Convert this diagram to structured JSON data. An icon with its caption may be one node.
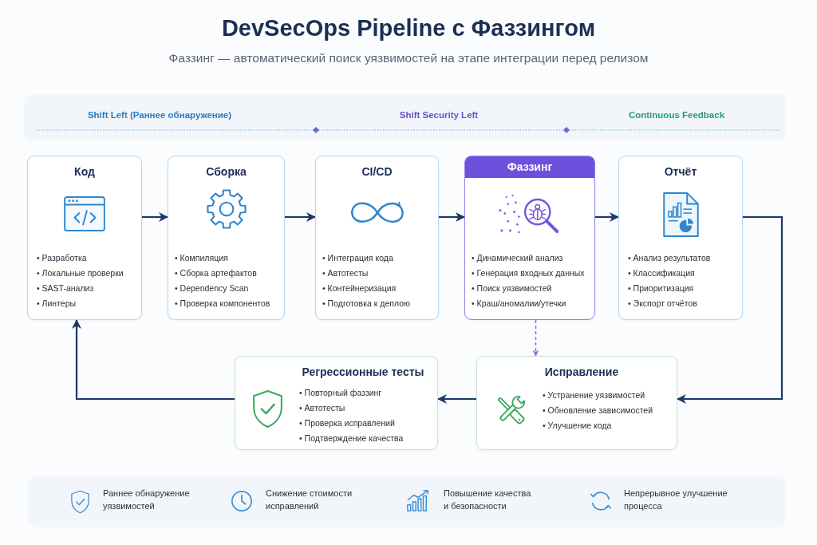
{
  "diagram": {
    "title": "DevSecOps Pipeline с Фаззингом",
    "nodes": [
      {
        "text": [
          "Код",
          "• Разработка",
          "• Локальные проверки",
          "• SAST-анализ",
          "• Линтеры"
        ]
      },
      {
        "text": [
          "Сборка",
          "• Компиляция",
          "• Сборка артефактов",
          "• Dependency Scan",
          "• Проверка компонентов"
        ]
      },
      {
        "text": [
          "CI/CD",
          "• Интеграция кода",
          "• Автотесты",
          "• Контейнеризация",
          "• Подготовка к деплою"
        ]
      },
      {
        "text": [
          "Фаззинг",
          "• Динамический анализ",
          "• Генерация входных данных",
          "• Поиск уязвимостей",
          "• Краш/аномалии/утечки"
        ]
      },
      {
        "text": [
          "Отчёт",
          "• Анализ результатов",
          "• Классификация",
          "• Приоритизация",
          "• Экспорт отчётов"
        ]
      },
      {
        "text": [
          "Регрессионные тесты",
          "• Повторный фаззинг",
          "• Автотесты",
          "• Проверка исправлений",
          "• Подтверждение качества"
        ]
      },
      {
        "text": [
          "Исправление",
          "• Устранение уязвимостей",
          "• Обновление зависимостей",
          "• Улучшение кода"
        ]
      }
    ],
    "edges": [
      {
        "from": 0,
        "to": 1,
        "arrow": "to"
      },
      {
        "from": 1,
        "to": 2,
        "arrow": "to"
      },
      {
        "from": 2,
        "to": 3,
        "arrow": "to"
      },
      {
        "from": 3,
        "to": 4,
        "arrow": "to"
      },
      {
        "from": 4,
        "to": 6,
        "arrow": "to"
      },
      {
        "from": 3,
        "to": 6,
        "arrow": "to",
        "style": "dashed",
        "color": "#8b6fe0"
      },
      {
        "from": 6,
        "to": 5,
        "arrow": "to"
      },
      {
        "from": 5,
        "to": 0,
        "arrow": "to"
      }
    ],
    "labels": [
      "Фаззинг — автоматический поиск уязвимостей на этапе интеграции перед релизом",
      "Shift Left (Раннее обнаружение)",
      "Shift Security Left",
      "Continuous Feedback",
      "Раннее обнаружение уязвимостей",
      "Снижение стоимости исправлений",
      "Повышение качества и безопасности",
      "Непрерывное улучшение процесса"
    ]
  }
}
